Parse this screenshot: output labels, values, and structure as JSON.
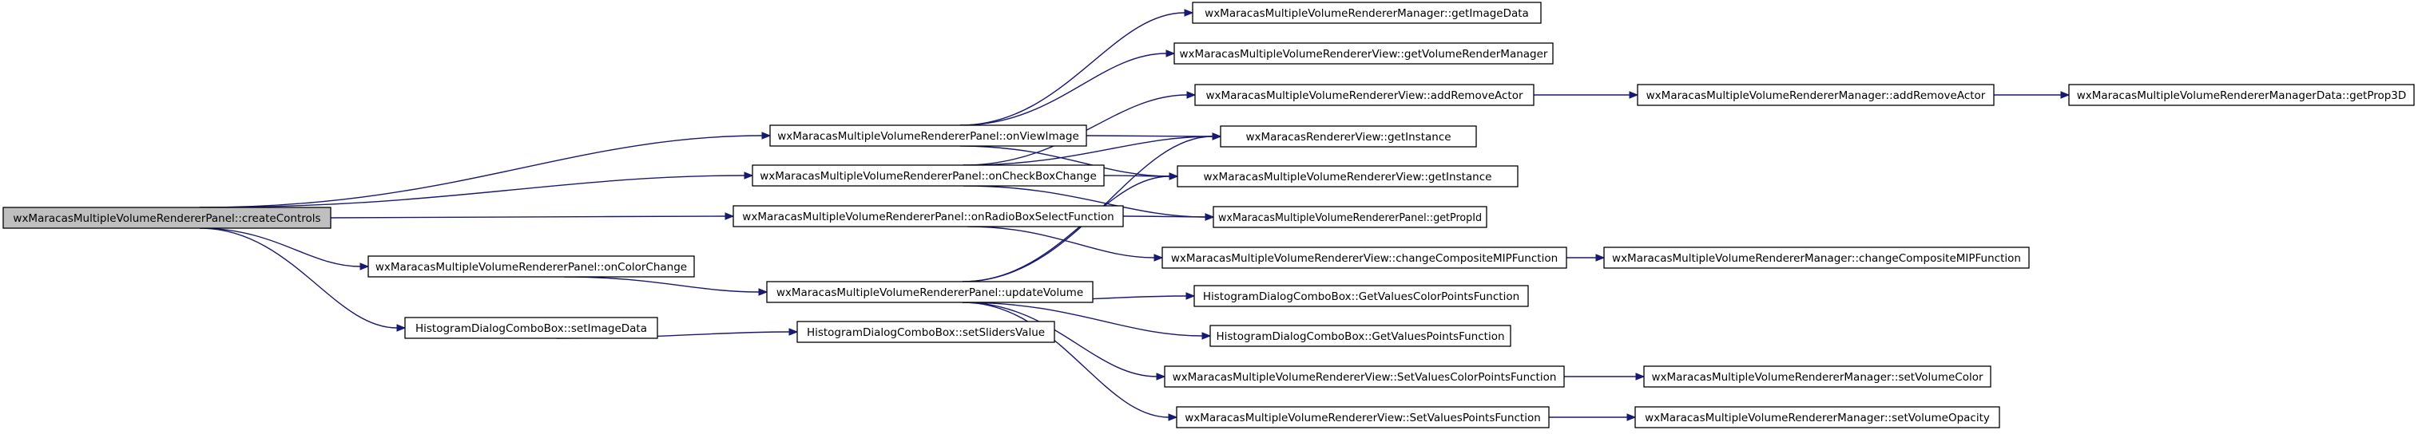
{
  "nodes": [
    {
      "id": "root",
      "label": "wxMaracasMultipleVolumeRendererPanel::createControls",
      "root": true
    },
    {
      "id": "onViewImage",
      "label": "wxMaracasMultipleVolumeRendererPanel::onViewImage"
    },
    {
      "id": "onCheckBoxChange",
      "label": "wxMaracasMultipleVolumeRendererPanel::onCheckBoxChange"
    },
    {
      "id": "onRadioBoxSelectFunction",
      "label": "wxMaracasMultipleVolumeRendererPanel::onRadioBoxSelectFunction"
    },
    {
      "id": "onColorChange",
      "label": "wxMaracasMultipleVolumeRendererPanel::onColorChange"
    },
    {
      "id": "setImageData",
      "label": "HistogramDialogComboBox::setImageData"
    },
    {
      "id": "updateVolume",
      "label": "wxMaracasMultipleVolumeRendererPanel::updateVolume"
    },
    {
      "id": "setSlidersValue",
      "label": "HistogramDialogComboBox::setSlidersValue"
    },
    {
      "id": "getImageData",
      "label": "wxMaracasMultipleVolumeRendererManager::getImageData"
    },
    {
      "id": "getVolumeRenderManager",
      "label": "wxMaracasMultipleVolumeRendererView::getVolumeRenderManager"
    },
    {
      "id": "viewAddRemoveActor",
      "label": "wxMaracasMultipleVolumeRendererView::addRemoveActor"
    },
    {
      "id": "rendererViewGetInstance",
      "label": "wxMaracasRendererView::getInstance"
    },
    {
      "id": "mvrViewGetInstance",
      "label": "wxMaracasMultipleVolumeRendererView::getInstance"
    },
    {
      "id": "getPropId",
      "label": "wxMaracasMultipleVolumeRendererPanel::getPropId"
    },
    {
      "id": "changeCompositeMIPFunction",
      "label": "wxMaracasMultipleVolumeRendererView::changeCompositeMIPFunction"
    },
    {
      "id": "getValuesColorPointsFunction",
      "label": "HistogramDialogComboBox::GetValuesColorPointsFunction"
    },
    {
      "id": "getValuesPointsFunction",
      "label": "HistogramDialogComboBox::GetValuesPointsFunction"
    },
    {
      "id": "setValuesColorPointsFunction",
      "label": "wxMaracasMultipleVolumeRendererView::SetValuesColorPointsFunction"
    },
    {
      "id": "setValuesPointsFunction",
      "label": "wxMaracasMultipleVolumeRendererView::SetValuesPointsFunction"
    },
    {
      "id": "managerAddRemoveActor",
      "label": "wxMaracasMultipleVolumeRendererManager::addRemoveActor"
    },
    {
      "id": "managerChangeCompositeMIPFunction",
      "label": "wxMaracasMultipleVolumeRendererManager::changeCompositeMIPFunction"
    },
    {
      "id": "setVolumeColor",
      "label": "wxMaracasMultipleVolumeRendererManager::setVolumeColor"
    },
    {
      "id": "setVolumeOpacity",
      "label": "wxMaracasMultipleVolumeRendererManager::setVolumeOpacity"
    },
    {
      "id": "getProp3D",
      "label": "wxMaracasMultipleVolumeRendererManagerData::getProp3D"
    }
  ],
  "edges": [
    {
      "from": "root",
      "to": "onViewImage"
    },
    {
      "from": "root",
      "to": "onCheckBoxChange"
    },
    {
      "from": "root",
      "to": "onRadioBoxSelectFunction"
    },
    {
      "from": "root",
      "to": "onColorChange"
    },
    {
      "from": "root",
      "to": "setImageData"
    },
    {
      "from": "onViewImage",
      "to": "getImageData"
    },
    {
      "from": "onViewImage",
      "to": "getVolumeRenderManager"
    },
    {
      "from": "onViewImage",
      "to": "rendererViewGetInstance"
    },
    {
      "from": "onViewImage",
      "to": "mvrViewGetInstance"
    },
    {
      "from": "onCheckBoxChange",
      "to": "viewAddRemoveActor"
    },
    {
      "from": "onCheckBoxChange",
      "to": "rendererViewGetInstance"
    },
    {
      "from": "onCheckBoxChange",
      "to": "mvrViewGetInstance"
    },
    {
      "from": "onCheckBoxChange",
      "to": "getPropId"
    },
    {
      "from": "onRadioBoxSelectFunction",
      "to": "getPropId"
    },
    {
      "from": "onRadioBoxSelectFunction",
      "to": "changeCompositeMIPFunction"
    },
    {
      "from": "onColorChange",
      "to": "updateVolume"
    },
    {
      "from": "setImageData",
      "to": "setSlidersValue"
    },
    {
      "from": "updateVolume",
      "to": "rendererViewGetInstance"
    },
    {
      "from": "updateVolume",
      "to": "mvrViewGetInstance"
    },
    {
      "from": "updateVolume",
      "to": "getValuesColorPointsFunction"
    },
    {
      "from": "updateVolume",
      "to": "getValuesPointsFunction"
    },
    {
      "from": "updateVolume",
      "to": "setValuesColorPointsFunction"
    },
    {
      "from": "updateVolume",
      "to": "setValuesPointsFunction"
    },
    {
      "from": "viewAddRemoveActor",
      "to": "managerAddRemoveActor"
    },
    {
      "from": "managerAddRemoveActor",
      "to": "getProp3D"
    },
    {
      "from": "changeCompositeMIPFunction",
      "to": "managerChangeCompositeMIPFunction"
    },
    {
      "from": "setValuesColorPointsFunction",
      "to": "setVolumeColor"
    },
    {
      "from": "setValuesPointsFunction",
      "to": "setVolumeOpacity"
    }
  ]
}
